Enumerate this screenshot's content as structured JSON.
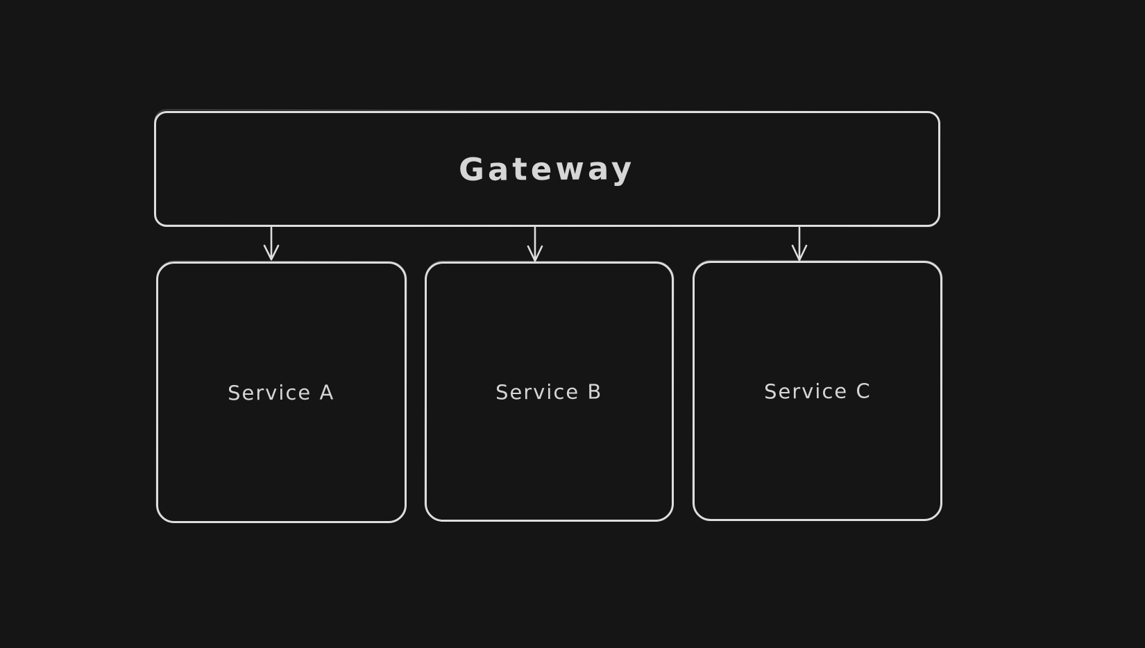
{
  "diagram": {
    "type": "flow-diagram",
    "nodes": {
      "gateway": {
        "label": "Gateway"
      },
      "service_a": {
        "label": "Service A"
      },
      "service_b": {
        "label": "Service B"
      },
      "service_c": {
        "label": "Service C"
      }
    },
    "edges": [
      {
        "from": "Gateway",
        "to": "Service A",
        "direction": "down"
      },
      {
        "from": "Gateway",
        "to": "Service B",
        "direction": "down"
      },
      {
        "from": "Gateway",
        "to": "Service C",
        "direction": "down"
      }
    ],
    "colors": {
      "background": "#151515",
      "stroke": "#dedede",
      "text": "#d6d6d6"
    }
  }
}
